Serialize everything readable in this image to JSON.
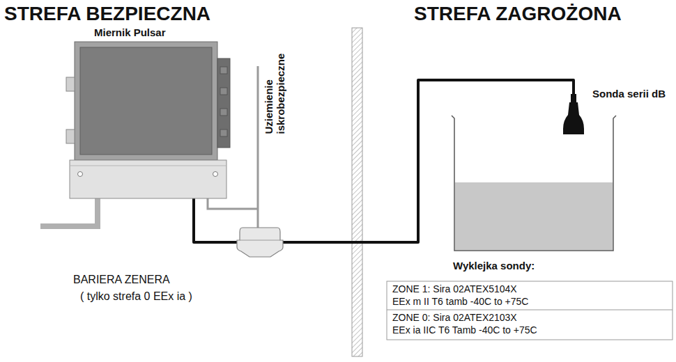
{
  "diagram": {
    "nodes": [
      {
        "text": [
          "Miernik Pulsar"
        ]
      },
      {
        "text": [
          "BARIERA ZENERA",
          "( tylko strefa 0 EEx ia )"
        ]
      },
      {
        "text": [
          "Sonda serii dB"
        ]
      },
      {
        "text": [
          "Wyklejka sondy:",
          "ZONE 1: Sira 02ATEX5104X",
          "EEx m II T6 tamb -40C to +75C",
          "ZONE 0: Sira 02ATEX2103X",
          "EEx ia IIC T6 Tamb -40C to +75C"
        ]
      }
    ],
    "edges": [
      {
        "from": 0,
        "to": 1,
        "arrow": "none"
      },
      {
        "from": 1,
        "to": 2,
        "arrow": "none"
      }
    ],
    "labels": [
      "STREFA BEZPIECZNA",
      "STREFA ZAGROŻONA",
      "Uziemienie iskrobezpieczne"
    ]
  }
}
